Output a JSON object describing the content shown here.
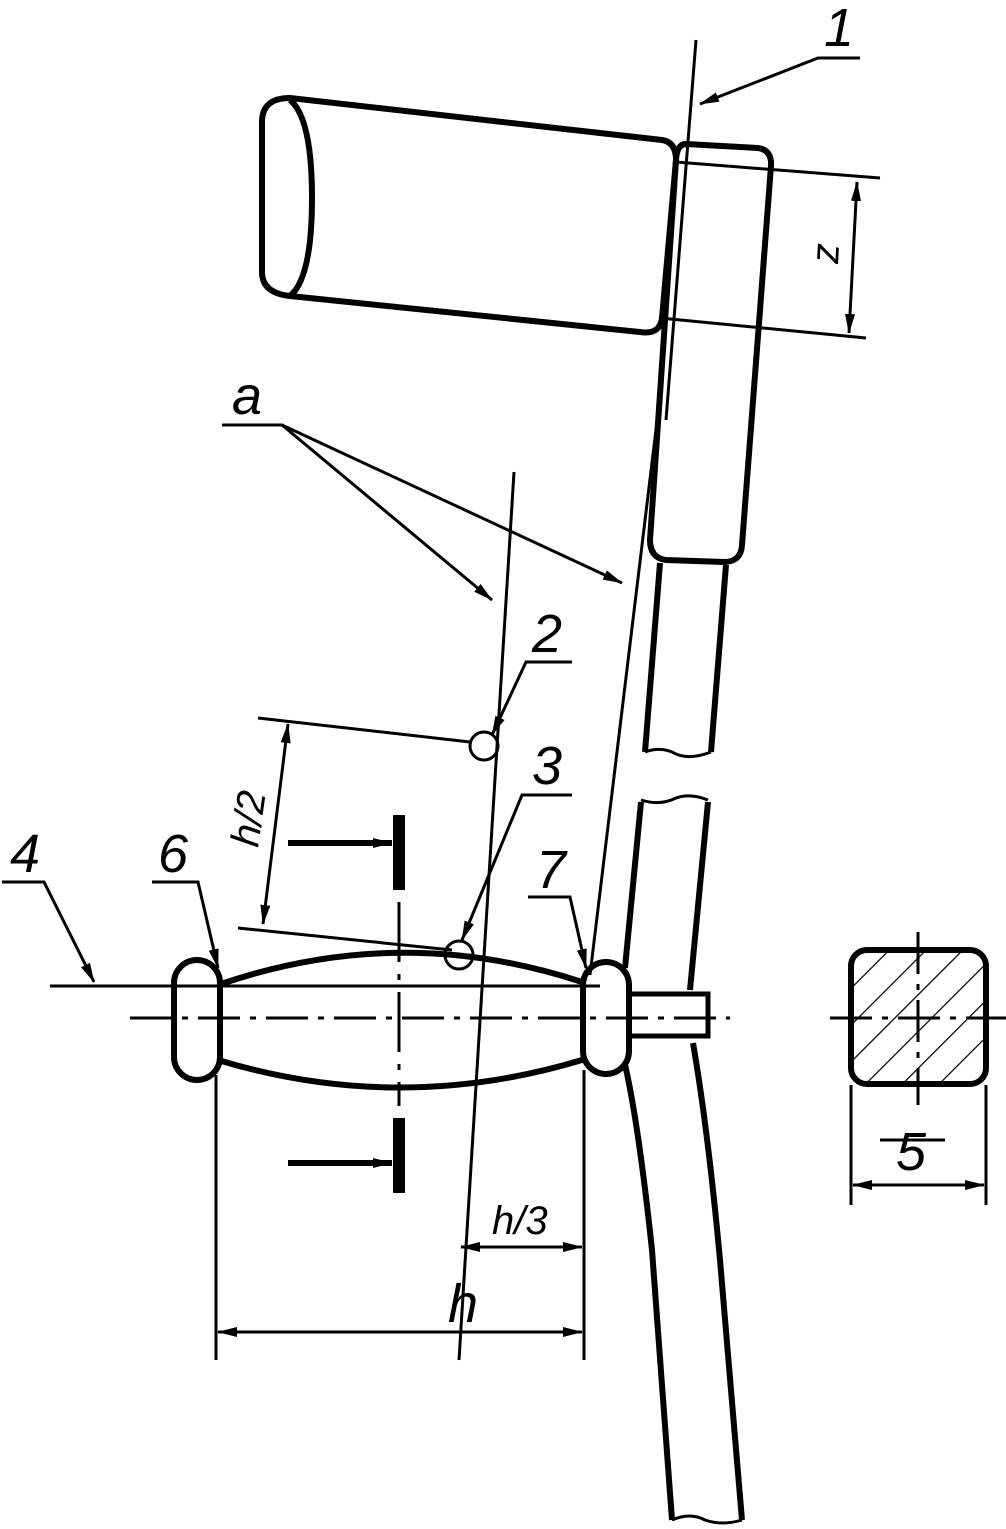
{
  "diagram": {
    "labels": {
      "ref_1": "1",
      "ref_2": "2",
      "ref_3": "3",
      "ref_4": "4",
      "ref_5": "5",
      "ref_6": "6",
      "ref_7": "7",
      "ref_a": "a"
    },
    "dimensions": {
      "z": "z",
      "h": "h",
      "h_half": "h/2",
      "h_third": "h/3"
    },
    "colors": {
      "line": "#000000",
      "background": "#ffffff"
    }
  }
}
